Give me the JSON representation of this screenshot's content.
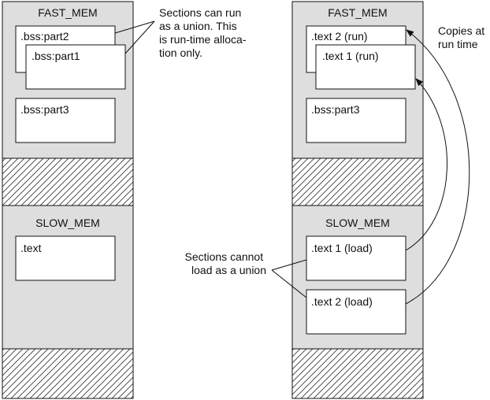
{
  "colors": {
    "region_fill": "#dedede",
    "section_fill": "#ffffff",
    "stroke": "#111111",
    "hatch": "#333333"
  },
  "left": {
    "fast_mem_label": "FAST_MEM",
    "slow_mem_label": "SLOW_MEM",
    "sections": {
      "bss_part2": ".bss:part2",
      "bss_part1": ".bss:part1",
      "bss_part3": ".bss:part3",
      "text": ".text"
    }
  },
  "right": {
    "fast_mem_label": "FAST_MEM",
    "slow_mem_label": "SLOW_MEM",
    "sections": {
      "text2_run": ".text 2 (run)",
      "text1_run": ".text 1 (run)",
      "bss_part3": ".bss:part3",
      "text1_load": ".text 1 (load)",
      "text2_load": ".text 2 (load)"
    }
  },
  "annotations": {
    "union_note": [
      "Sections can run",
      "as a union. This",
      "is run-time alloca-",
      "tion only."
    ],
    "load_note": [
      "Sections cannot",
      "load as a union"
    ],
    "copy_note": [
      "Copies at",
      "run time"
    ]
  }
}
